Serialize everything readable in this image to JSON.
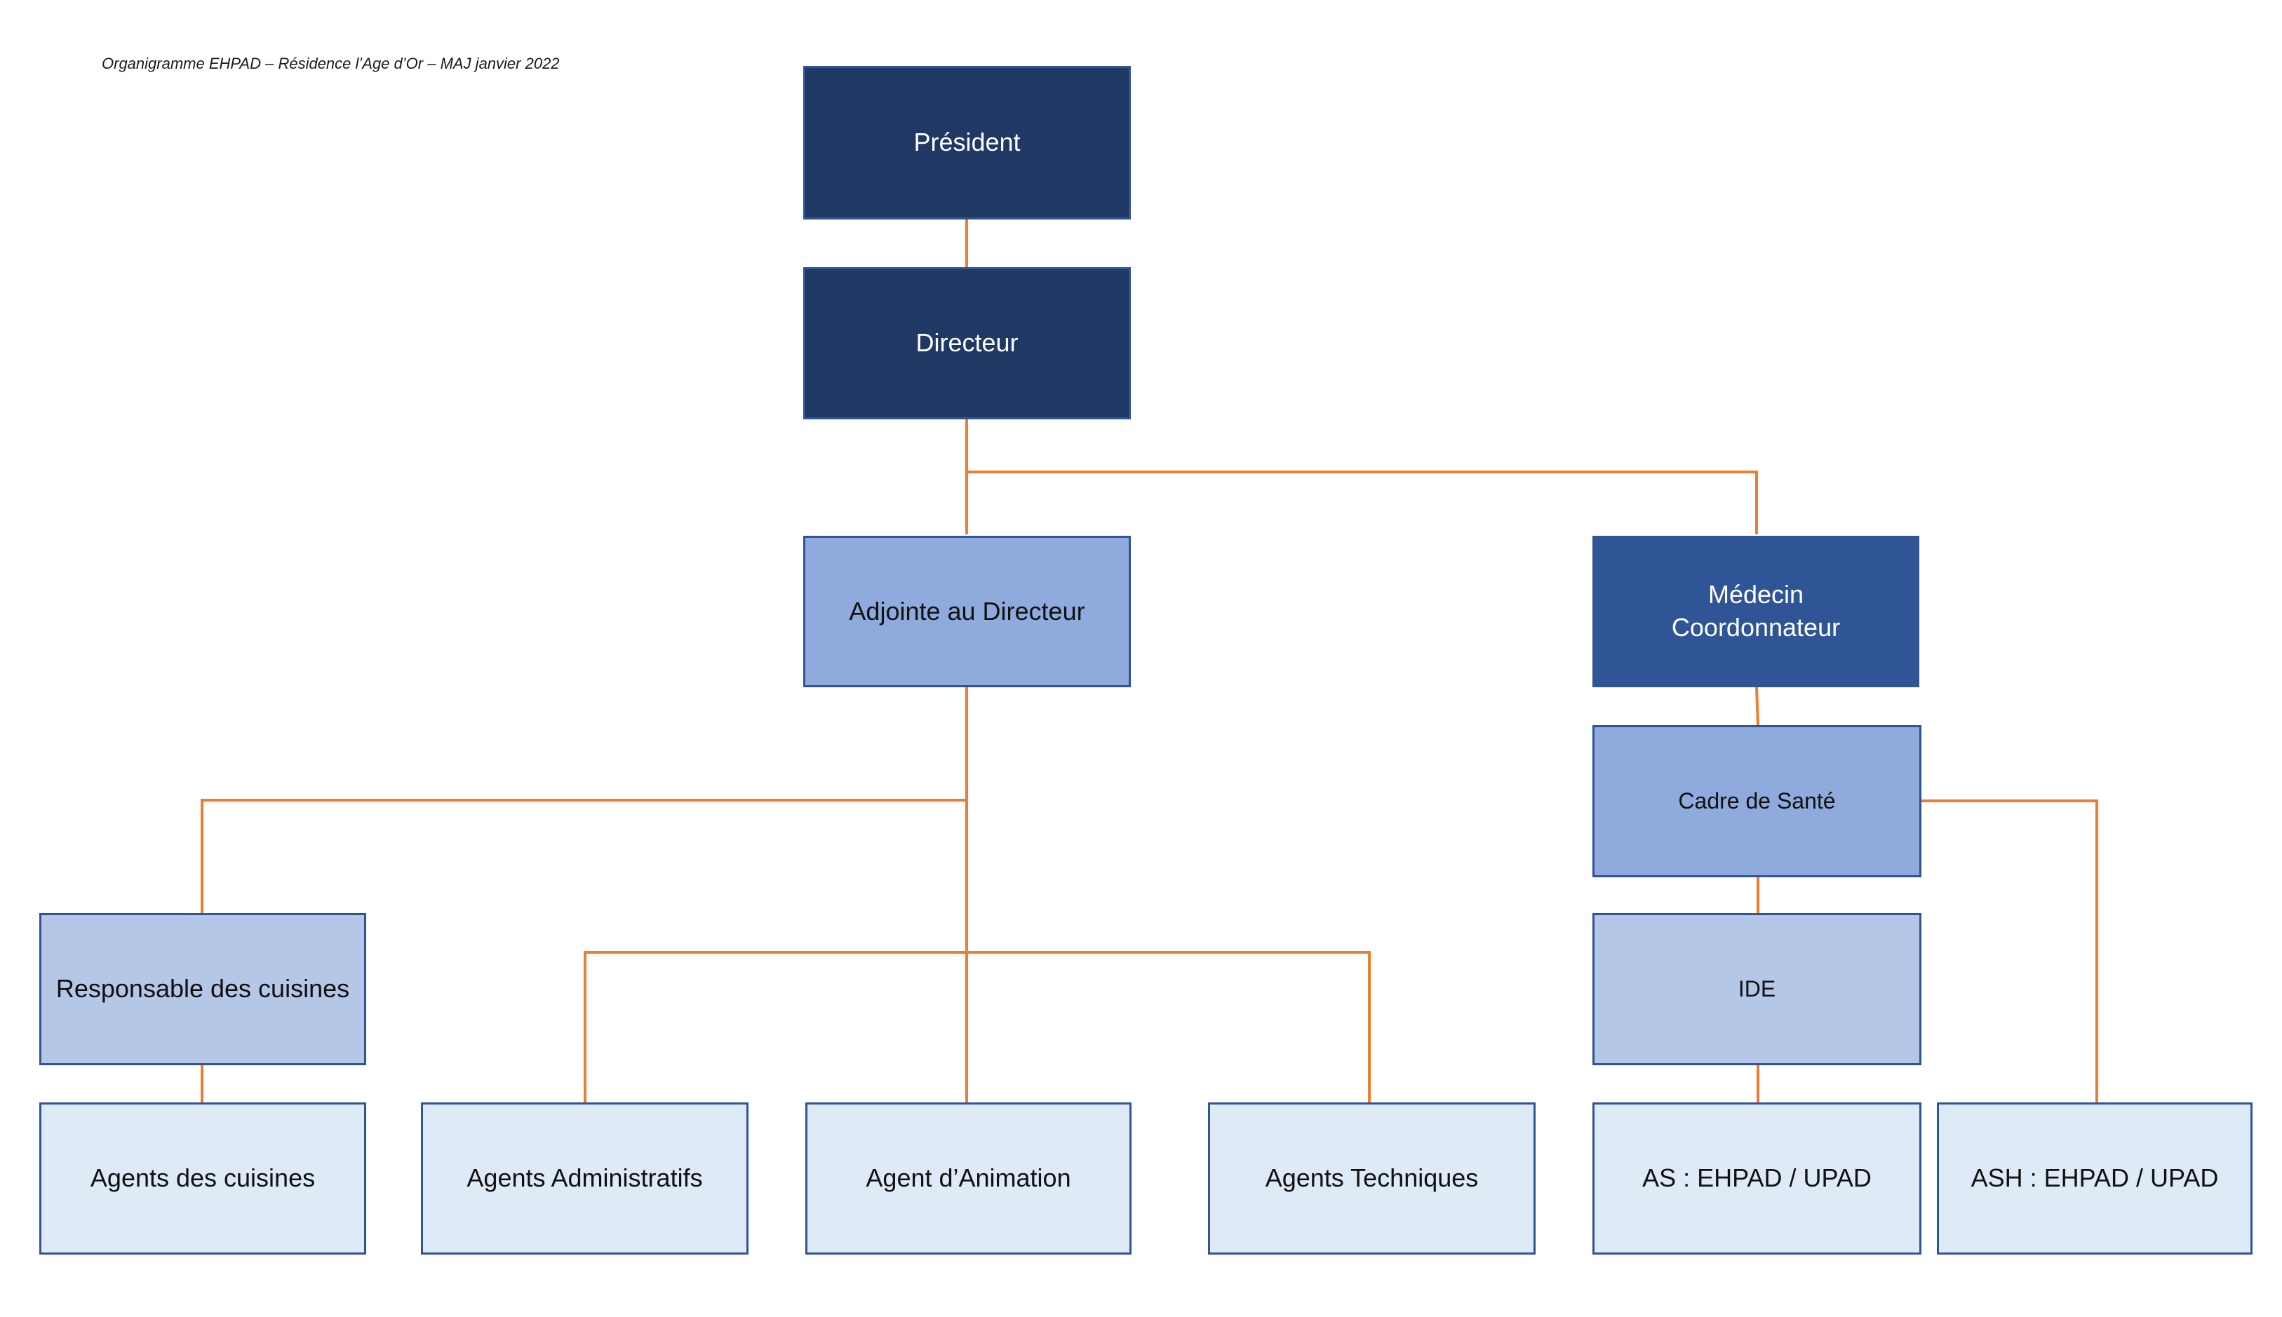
{
  "caption": "Organigramme EHPAD – Résidence l’Age d’Or – MAJ janvier 2022",
  "colors": {
    "connector": "#ed7d31",
    "dark_navy": "#203864",
    "medium_blue": "#2f5597",
    "light_blue": "#8faadc",
    "pale_blue": "#b4c7e7",
    "lightest_blue": "#deebf7",
    "border": "#2f5597"
  },
  "nodes": {
    "president": "Président",
    "directeur": "Directeur",
    "adjointe": "Adjointe au Directeur",
    "medecin": "Médecin Coordonnateur",
    "cadre_sante": "Cadre de Santé",
    "resp_cuisines": "Responsable des cuisines",
    "ide": "IDE",
    "agents_cuisines": "Agents des cuisines",
    "agents_admin": "Agents Administratifs",
    "agent_animation": "Agent d’Animation",
    "agents_techniques": "Agents Techniques",
    "as": "AS : EHPAD / UPAD",
    "ash": "ASH : EHPAD / UPAD"
  },
  "relations": [
    [
      "president",
      "directeur"
    ],
    [
      "directeur",
      "adjointe"
    ],
    [
      "directeur",
      "medecin"
    ],
    [
      "medecin",
      "cadre_sante"
    ],
    [
      "cadre_sante",
      "ide"
    ],
    [
      "cadre_sante",
      "ash"
    ],
    [
      "ide",
      "as"
    ],
    [
      "adjointe",
      "resp_cuisines"
    ],
    [
      "adjointe",
      "agents_admin"
    ],
    [
      "adjointe",
      "agent_animation"
    ],
    [
      "adjointe",
      "agents_techniques"
    ],
    [
      "resp_cuisines",
      "agents_cuisines"
    ]
  ]
}
